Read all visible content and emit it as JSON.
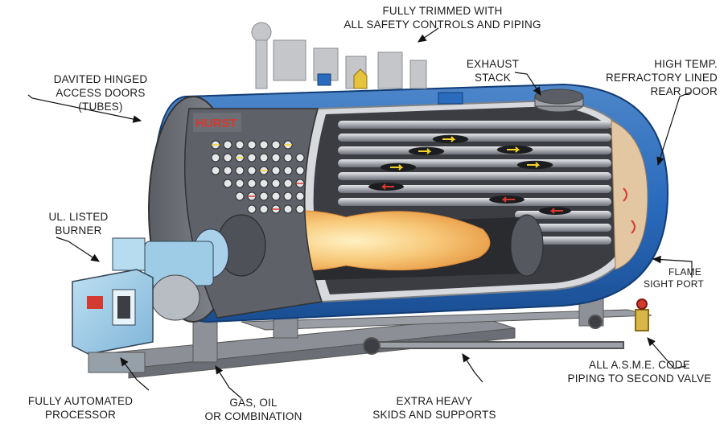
{
  "diagram": {
    "brand": "HURST",
    "labels": {
      "safety_controls": [
        "FULLY TRIMMED WITH",
        "ALL SAFETY CONTROLS AND PIPING"
      ],
      "access_doors": [
        "DAVITED HINGED",
        "ACCESS DOORS",
        "(TUBES)"
      ],
      "exhaust_stack": [
        "EXHAUST",
        "STACK"
      ],
      "rear_door": [
        "HIGH TEMP.",
        "REFRACTORY LINED",
        "REAR DOOR"
      ],
      "burner": [
        "UL. LISTED",
        "BURNER"
      ],
      "sight_port": [
        "FLAME",
        "SIGHT PORT"
      ],
      "asme_piping": [
        "ALL A.S.M.E. CODE",
        "PIPING TO SECOND VALVE"
      ],
      "processor": [
        "FULLY AUTOMATED",
        "PROCESSOR"
      ],
      "fuel": [
        "GAS, OIL",
        "OR COMBINATION"
      ],
      "skids": [
        "EXTRA HEAVY",
        "SKIDS AND SUPPORTS"
      ]
    }
  }
}
